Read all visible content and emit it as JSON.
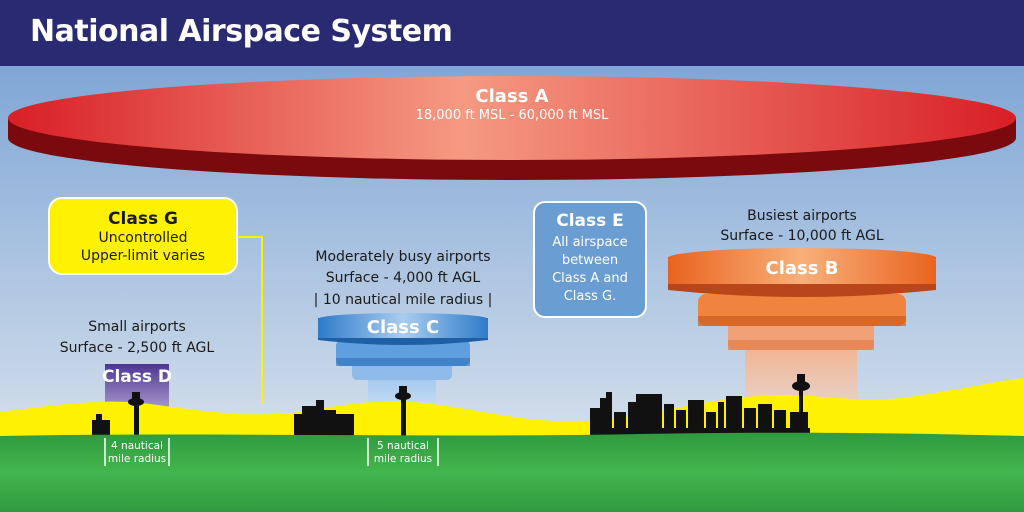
{
  "title": "National Airspace System",
  "class_a": {
    "name": "Class A",
    "range": "18,000 ft MSL - 60,000 ft MSL"
  },
  "class_g": {
    "name": "Class G",
    "line1": "Uncontrolled",
    "line2": "Upper-limit varies"
  },
  "class_e": {
    "name": "Class E",
    "lines": [
      "All airspace",
      "between",
      "Class A and",
      "Class G."
    ]
  },
  "class_b": {
    "name": "Class B",
    "caption1": "Busiest airports",
    "caption2": "Surface - 10,000 ft AGL"
  },
  "class_c": {
    "name": "Class C",
    "caption1": "Moderately busy airports",
    "caption2": "Surface - 4,000 ft AGL",
    "caption3": "| 10 nautical mile radius |",
    "radius1": "5 nautical",
    "radius2": "mile radius"
  },
  "class_d": {
    "name": "Class D",
    "caption1": "Small airports",
    "caption2": "Surface - 2,500 ft AGL",
    "radius1": "4 nautical",
    "radius2": "mile radius"
  },
  "colors": {
    "header": "#2a2a72",
    "sky_top": "#7fa6d6",
    "sky_bottom": "#dfe7ee",
    "class_a": "#e8352e",
    "class_b": "#f07a30",
    "class_c": "#3f8fd8",
    "class_d": "#5a3d9a",
    "class_g": "#fff200",
    "ground": "#3aa845"
  }
}
